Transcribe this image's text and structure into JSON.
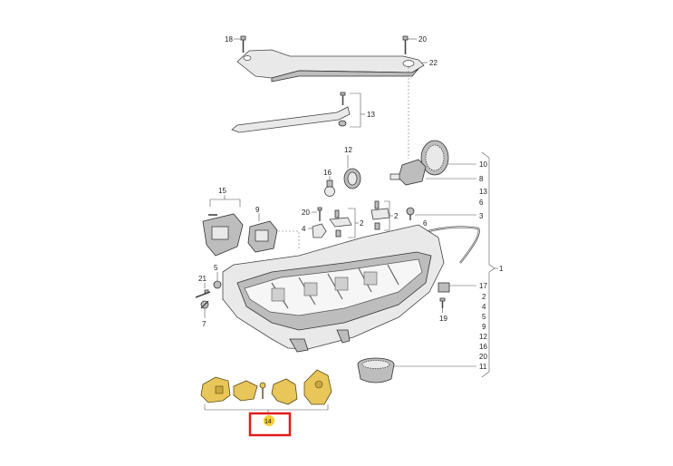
{
  "colors": {
    "highlight_box": "#e11b1b",
    "highlight_badge": "#f2d027",
    "line": "#555555"
  },
  "callouts": {
    "c18": "18",
    "c20a": "20",
    "c22": "22",
    "c13a": "13",
    "c12a": "12",
    "c16a": "16",
    "c10a": "10",
    "c8": "8",
    "c13b": "13",
    "c6a": "6",
    "c3": "3",
    "c15": "15",
    "c9": "9",
    "c20b": "20",
    "c4a": "4",
    "c2a": "2",
    "c2b": "2",
    "c6b": "6",
    "c1": "1",
    "c5a": "5",
    "c21": "21",
    "c7": "7",
    "c17": "17",
    "c19": "19",
    "c11a": "11",
    "c14": "14"
  },
  "list_1": [
    "17",
    "2",
    "4",
    "5",
    "9",
    "12",
    "16",
    "20",
    "11"
  ]
}
